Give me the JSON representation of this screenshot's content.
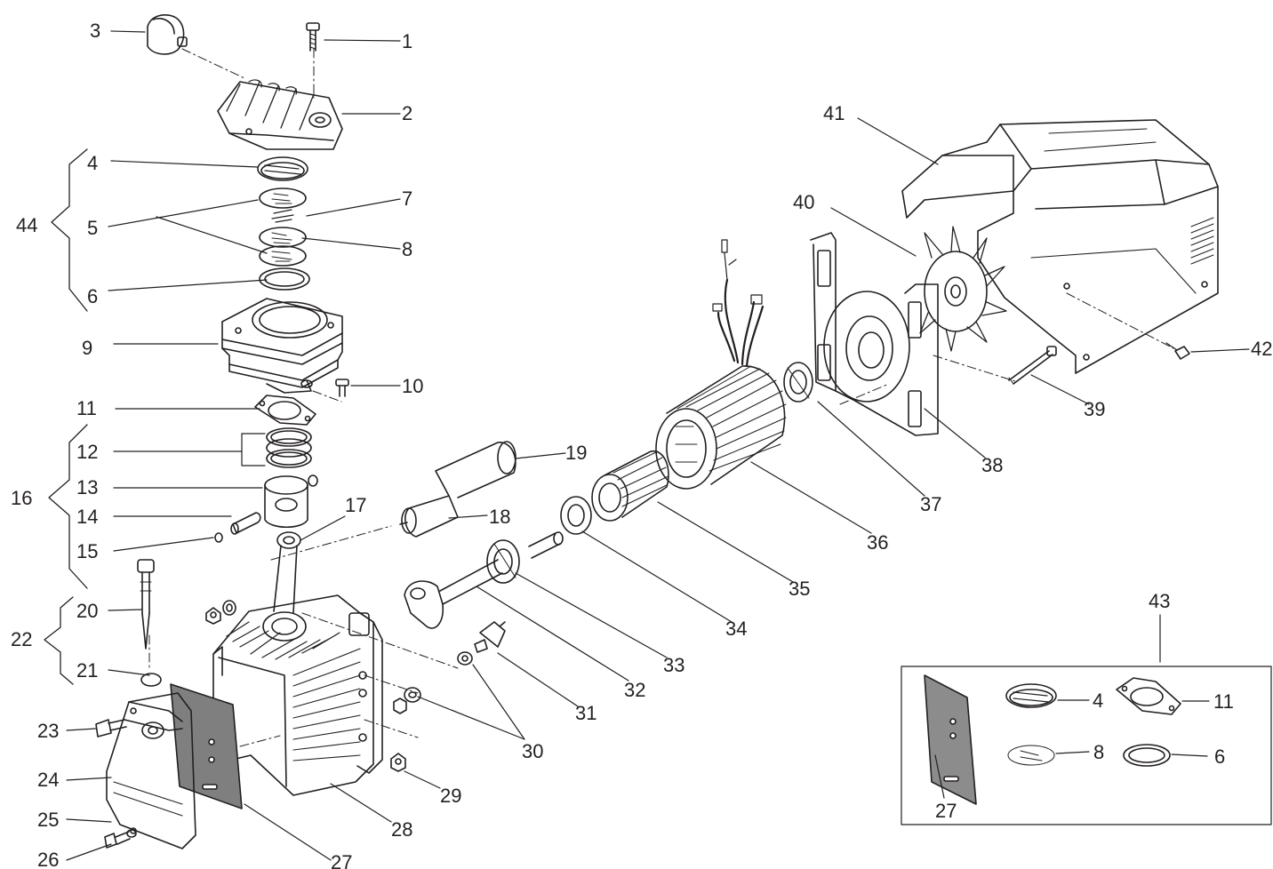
{
  "callouts": {
    "c1": "1",
    "c2": "2",
    "c3": "3",
    "c4": "4",
    "c5": "5",
    "c6": "6",
    "c7": "7",
    "c8": "8",
    "c9": "9",
    "c10": "10",
    "c11": "11",
    "c12": "12",
    "c13": "13",
    "c14": "14",
    "c15": "15",
    "c16": "16",
    "c17": "17",
    "c18": "18",
    "c19": "19",
    "c20": "20",
    "c21": "21",
    "c22": "22",
    "c23": "23",
    "c24": "24",
    "c25": "25",
    "c26": "26",
    "c27": "27",
    "c28": "28",
    "c29": "29",
    "c30": "30",
    "c31": "31",
    "c32": "32",
    "c33": "33",
    "c34": "34",
    "c35": "35",
    "c36": "36",
    "c37": "37",
    "c38": "38",
    "c39": "39",
    "c40": "40",
    "c41": "41",
    "c42": "42",
    "c43": "43",
    "c44": "44"
  },
  "kit_callouts": {
    "k4": "4",
    "k11": "11",
    "k8": "8",
    "k6": "6",
    "k27": "27"
  },
  "colors": {
    "ink": "#231f20",
    "plate": "#7f7f7f",
    "plate_inset": "#8c8c8c"
  }
}
